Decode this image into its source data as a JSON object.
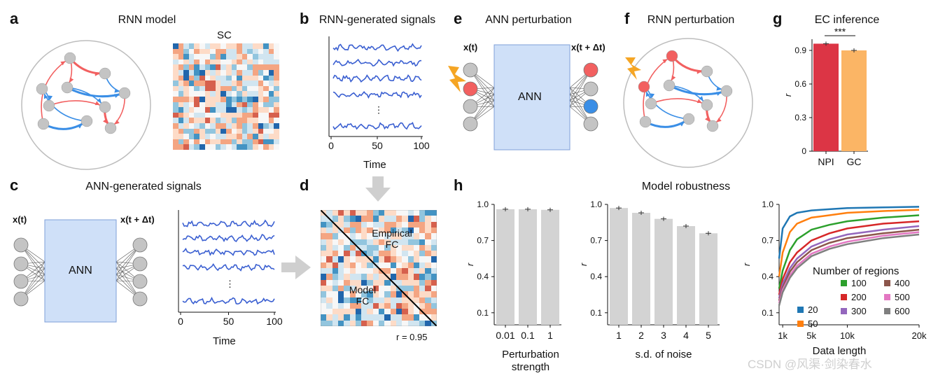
{
  "panels": {
    "a": {
      "letter": "a",
      "title": "RNN model",
      "sc_label": "SC"
    },
    "b": {
      "letter": "b",
      "title": "RNN-generated signals",
      "xlabel": "Time",
      "xticks": [
        "0",
        "50",
        "100"
      ],
      "ellipsis": "⋮"
    },
    "c": {
      "letter": "c",
      "title": "ANN-generated signals",
      "input_label": "x(t)",
      "output_label": "x(t + Δt)",
      "ann_label": "ANN",
      "xlabel": "Time",
      "xticks": [
        "0",
        "50",
        "100"
      ],
      "ellipsis": "⋮"
    },
    "d": {
      "letter": "d",
      "empirical_label_1": "Empirical",
      "empirical_label_2": "FC",
      "model_label_1": "Model",
      "model_label_2": "FC",
      "r_value": "r = 0.95"
    },
    "e": {
      "letter": "e",
      "title": "ANN perturbation",
      "input_label": "x(t)",
      "output_label": "x(t + Δt)",
      "ann_label": "ANN"
    },
    "f": {
      "letter": "f",
      "title": "RNN perturbation"
    },
    "g": {
      "letter": "g",
      "title": "EC inference",
      "significance": "***",
      "ylabel": "r",
      "yticks": [
        "0.9",
        "0.6",
        "0.3",
        "0"
      ]
    },
    "h": {
      "letter": "h",
      "title": "Model robustness"
    }
  },
  "colors": {
    "node_gray": "#c4c4c4",
    "red": "#f26060",
    "blue": "#3a8ee6",
    "signal": "#3a5fd1",
    "ann_box": "#cfe0f8",
    "bar_gray": "#d3d3d3",
    "npi": "#dc3545",
    "gc": "#fbb565"
  },
  "chart_data": [
    {
      "type": "bar",
      "panel": "g",
      "title": "EC inference",
      "categories": [
        "NPI",
        "GC"
      ],
      "values": [
        0.96,
        0.9
      ],
      "ylabel": "r",
      "ylim": [
        0,
        1.0
      ],
      "yticks": [
        0,
        0.3,
        0.6,
        0.9
      ],
      "annotation": "***"
    },
    {
      "type": "bar",
      "panel": "h1",
      "categories": [
        "0.01",
        "0.1",
        "1"
      ],
      "values": [
        0.96,
        0.96,
        0.955
      ],
      "xlabel_1": "Perturbation",
      "xlabel_2": "strength",
      "ylabel": "r",
      "ylim": [
        0,
        1.0
      ],
      "yticks": [
        "0.1",
        "0.4",
        "0.7",
        "1.0"
      ]
    },
    {
      "type": "bar",
      "panel": "h2",
      "categories": [
        "1",
        "2",
        "3",
        "4",
        "5"
      ],
      "values": [
        0.97,
        0.93,
        0.88,
        0.82,
        0.76
      ],
      "xlabel": "s.d. of noise",
      "ylabel": "r",
      "ylim": [
        0,
        1.0
      ],
      "yticks": [
        "0.1",
        "0.4",
        "0.7",
        "1.0"
      ]
    },
    {
      "type": "line",
      "panel": "h3",
      "xlabel": "Data length",
      "ylabel": "r",
      "ylim": [
        0,
        1.0
      ],
      "yticks": [
        "0.1",
        "0.4",
        "0.7",
        "1.0"
      ],
      "xticks": [
        "1k",
        "5k",
        "10k",
        "20k"
      ],
      "legend_title": "Number of regions",
      "legend_placement": "bottom-right",
      "x": [
        500,
        1000,
        2000,
        3000,
        5000,
        7500,
        10000,
        15000,
        20000
      ],
      "series": [
        {
          "name": "20",
          "color": "#1f77b4",
          "values": [
            0.55,
            0.8,
            0.9,
            0.93,
            0.95,
            0.96,
            0.97,
            0.975,
            0.98
          ]
        },
        {
          "name": "50",
          "color": "#ff7f0e",
          "values": [
            0.4,
            0.6,
            0.77,
            0.84,
            0.89,
            0.91,
            0.93,
            0.945,
            0.955
          ]
        },
        {
          "name": "100",
          "color": "#2ca02c",
          "values": [
            0.3,
            0.45,
            0.62,
            0.71,
            0.79,
            0.83,
            0.86,
            0.89,
            0.91
          ]
        },
        {
          "name": "200",
          "color": "#d62728",
          "values": [
            0.25,
            0.38,
            0.52,
            0.6,
            0.7,
            0.76,
            0.8,
            0.84,
            0.86
          ]
        },
        {
          "name": "300",
          "color": "#9467bd",
          "values": [
            0.22,
            0.34,
            0.47,
            0.55,
            0.65,
            0.71,
            0.75,
            0.79,
            0.82
          ]
        },
        {
          "name": "400",
          "color": "#8c564b",
          "values": [
            0.2,
            0.31,
            0.44,
            0.52,
            0.62,
            0.68,
            0.72,
            0.76,
            0.79
          ]
        },
        {
          "name": "500",
          "color": "#e377c2",
          "values": [
            0.18,
            0.29,
            0.41,
            0.49,
            0.59,
            0.65,
            0.69,
            0.74,
            0.77
          ]
        },
        {
          "name": "600",
          "color": "#7f7f7f",
          "values": [
            0.16,
            0.27,
            0.39,
            0.47,
            0.57,
            0.63,
            0.67,
            0.72,
            0.75
          ]
        }
      ]
    }
  ],
  "watermark": "CSDN @风渠·剑染春水"
}
